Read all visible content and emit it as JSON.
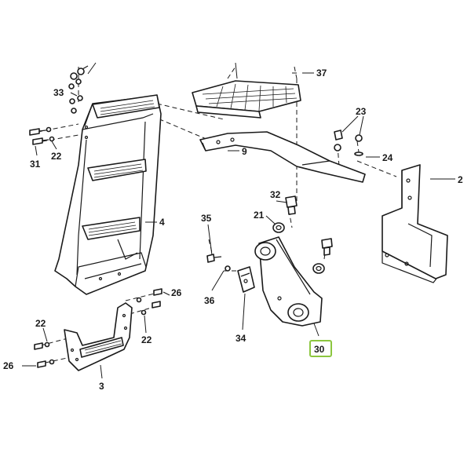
{
  "labels": {
    "l37": "37",
    "l33": "33",
    "l23": "23",
    "l31": "31",
    "l22a": "22",
    "l9": "9",
    "l24": "24",
    "l2": "2",
    "l32": "32",
    "l21": "21",
    "l4": "4",
    "l35": "35",
    "l36": "36",
    "l34": "34",
    "l30": "30",
    "l26a": "26",
    "l22b": "22",
    "l22c": "22",
    "l26b": "26",
    "l3": "3"
  },
  "colors": {
    "line": "#1a1a1a",
    "highlight": "#8cc63f",
    "background": "#ffffff"
  }
}
